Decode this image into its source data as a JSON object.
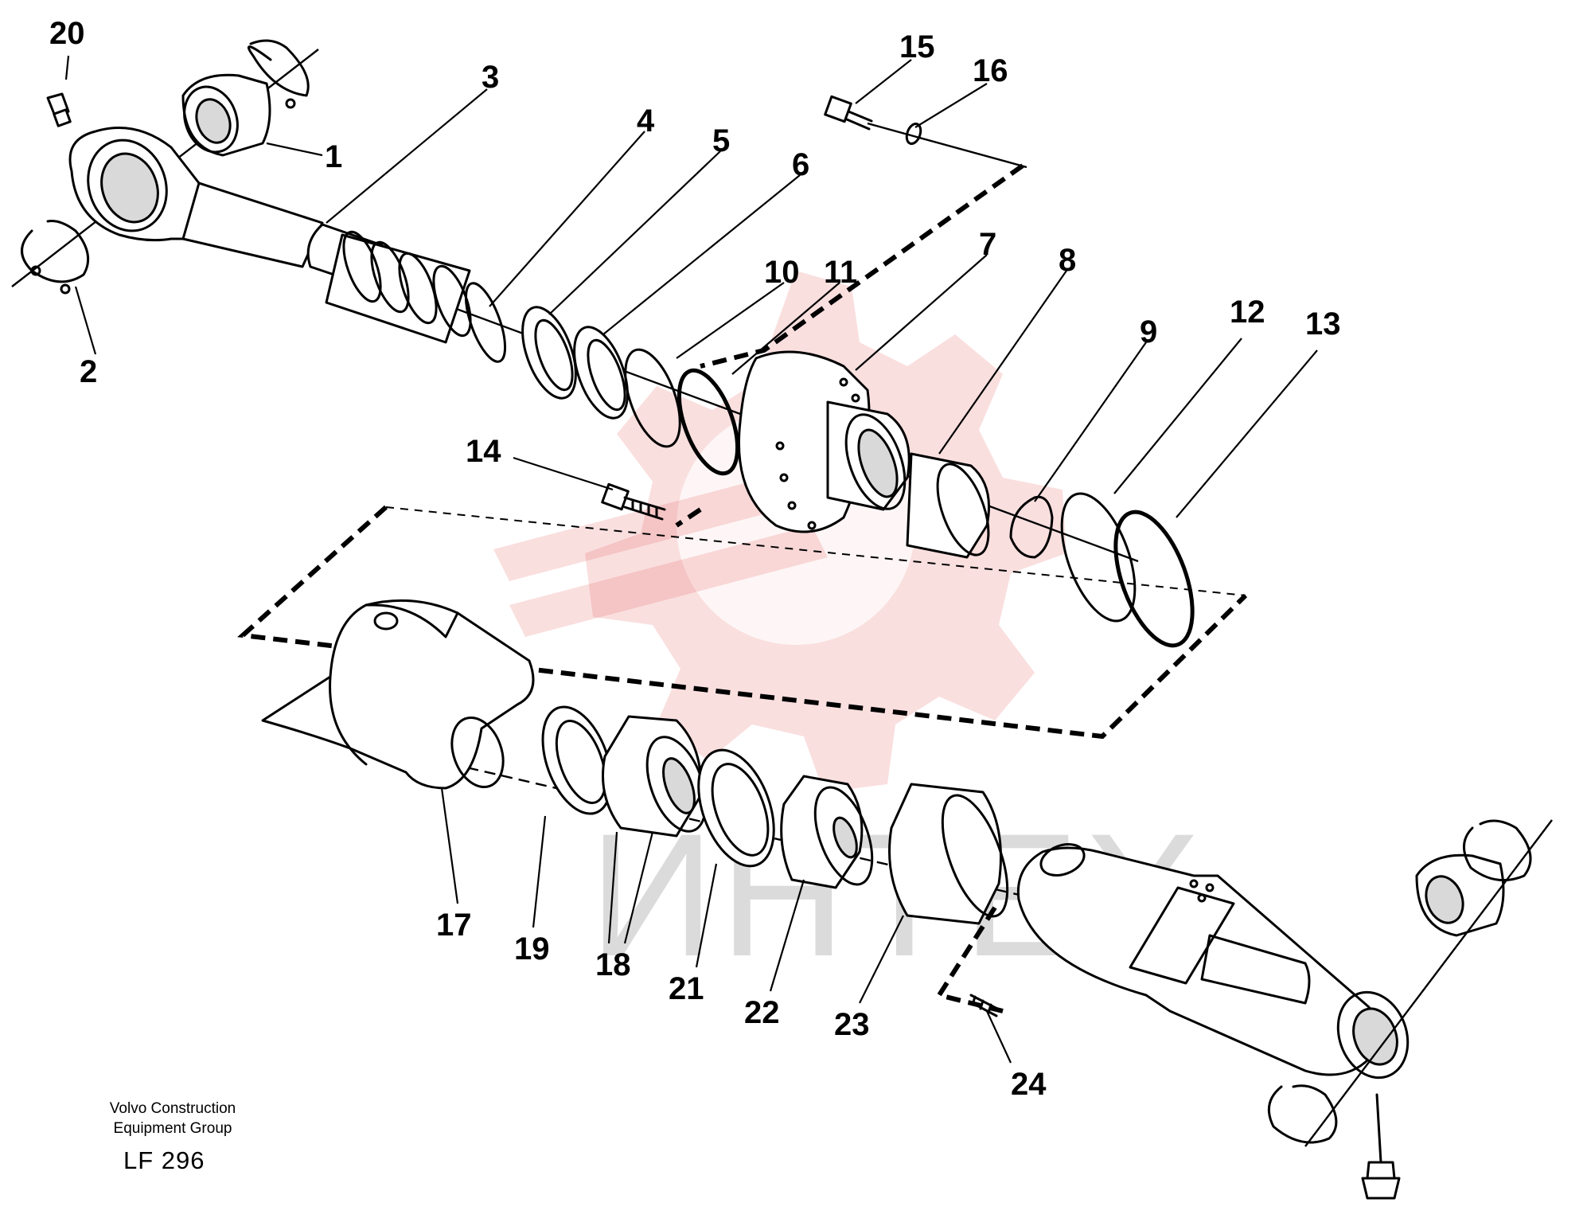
{
  "diagram": {
    "callouts": [
      "1",
      "2",
      "3",
      "4",
      "5",
      "6",
      "7",
      "8",
      "9",
      "10",
      "11",
      "12",
      "13",
      "14",
      "15",
      "16",
      "17",
      "18",
      "19",
      "20",
      "21",
      "22",
      "23",
      "24"
    ]
  },
  "watermark": {
    "text": "ИНТЕХ",
    "color": "#e23b3b"
  },
  "footer": {
    "publisher_line1": "Volvo Construction",
    "publisher_line2": "Equipment Group",
    "diagram_code": "LF 296"
  }
}
